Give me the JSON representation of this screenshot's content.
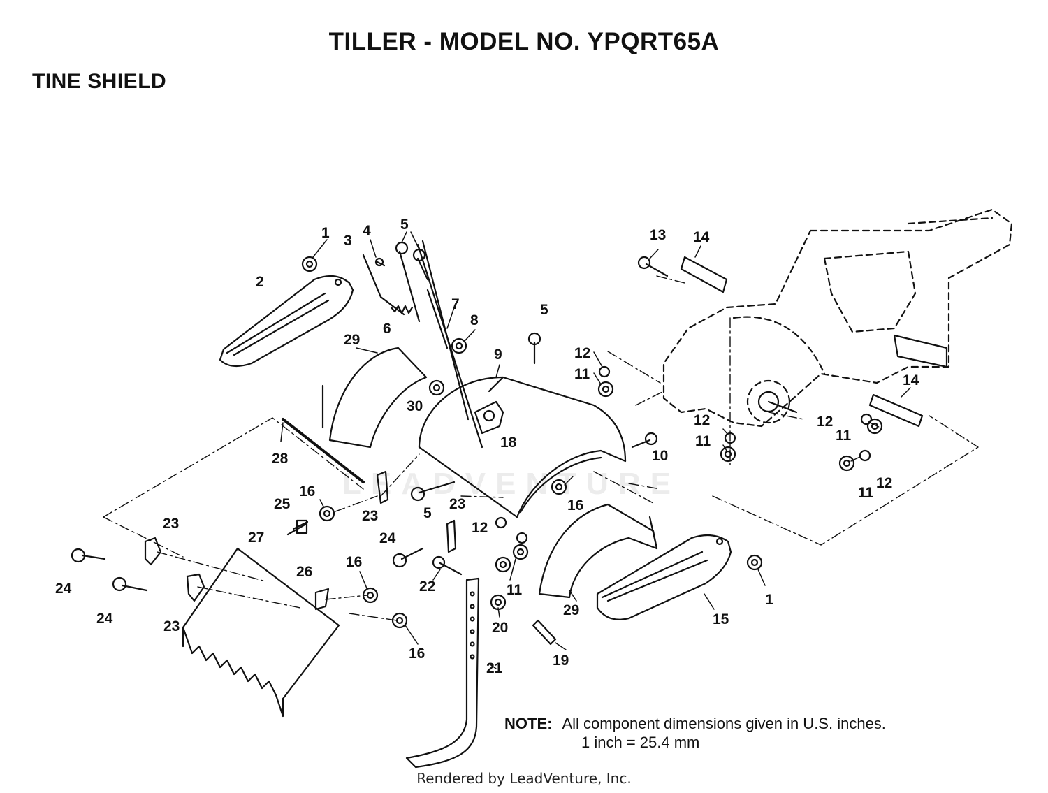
{
  "title": "TILLER - MODEL NO. YPQRT65A",
  "section": "TINE SHIELD",
  "note_label": "NOTE:",
  "note_line1": "All component dimensions given in U.S. inches.",
  "note_line2": "1 inch = 25.4 mm",
  "credit": "Rendered by LeadVenture, Inc.",
  "watermark": "LEADVENTURE",
  "callouts": {
    "c1a": "1",
    "c1b": "1",
    "c2": "2",
    "c3": "3",
    "c4": "4",
    "c5a": "5",
    "c5b": "5",
    "c5c": "5",
    "c6": "6",
    "c7": "7",
    "c8": "8",
    "c9": "9",
    "c10": "10",
    "c11a": "11",
    "c11b": "11",
    "c11c": "11",
    "c11d": "11",
    "c11e": "11",
    "c12a": "12",
    "c12b": "12",
    "c12c": "12",
    "c12d": "12",
    "c12e": "12",
    "c13": "13",
    "c14a": "14",
    "c14b": "14",
    "c15": "15",
    "c16a": "16",
    "c16b": "16",
    "c16c": "16",
    "c16d": "16",
    "c18": "18",
    "c19": "19",
    "c20": "20",
    "c21": "21",
    "c22": "22",
    "c23a": "23",
    "c23b": "23",
    "c23c": "23",
    "c23d": "23",
    "c24a": "24",
    "c24b": "24",
    "c24c": "24",
    "c25": "25",
    "c26": "26",
    "c27": "27",
    "c28": "28",
    "c29a": "29",
    "c29b": "29",
    "c30": "30"
  }
}
